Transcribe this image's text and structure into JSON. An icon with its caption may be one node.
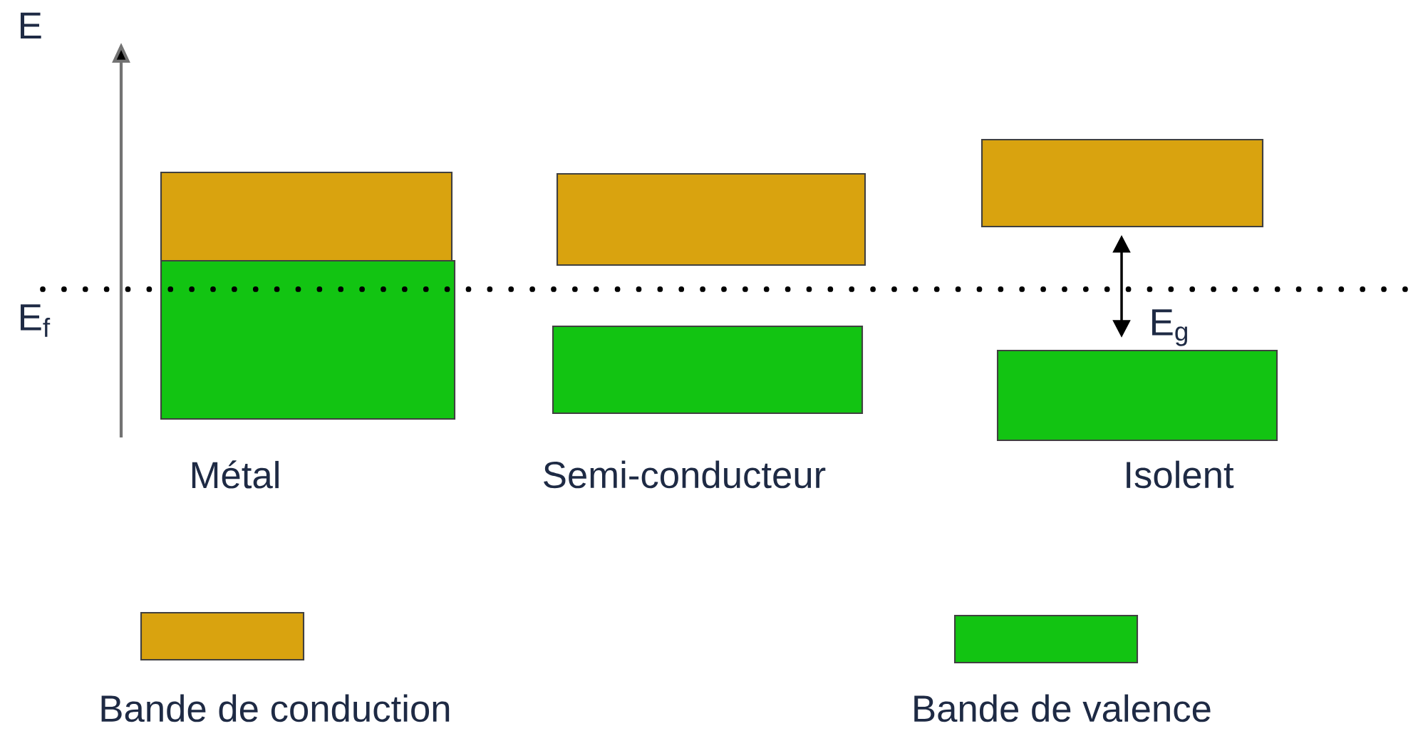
{
  "diagram": {
    "nodes": [
      {
        "text": [],
        "shape": "box"
      },
      {
        "text": [],
        "shape": "box"
      },
      {
        "text": [],
        "shape": "box"
      },
      {
        "text": [],
        "shape": "box"
      },
      {
        "text": [],
        "shape": "box"
      },
      {
        "text": [],
        "shape": "box"
      }
    ],
    "labels": [
      "E",
      "E$_{f}$",
      "E$_{g}$",
      "Métal",
      "Semi-conducteur",
      "Isolent"
    ],
    "legend": [
      {
        "text": "Bande de conduction",
        "color": "#d9a30f"
      },
      {
        "text": "Bande de valence",
        "color": "#12c412"
      }
    ]
  }
}
